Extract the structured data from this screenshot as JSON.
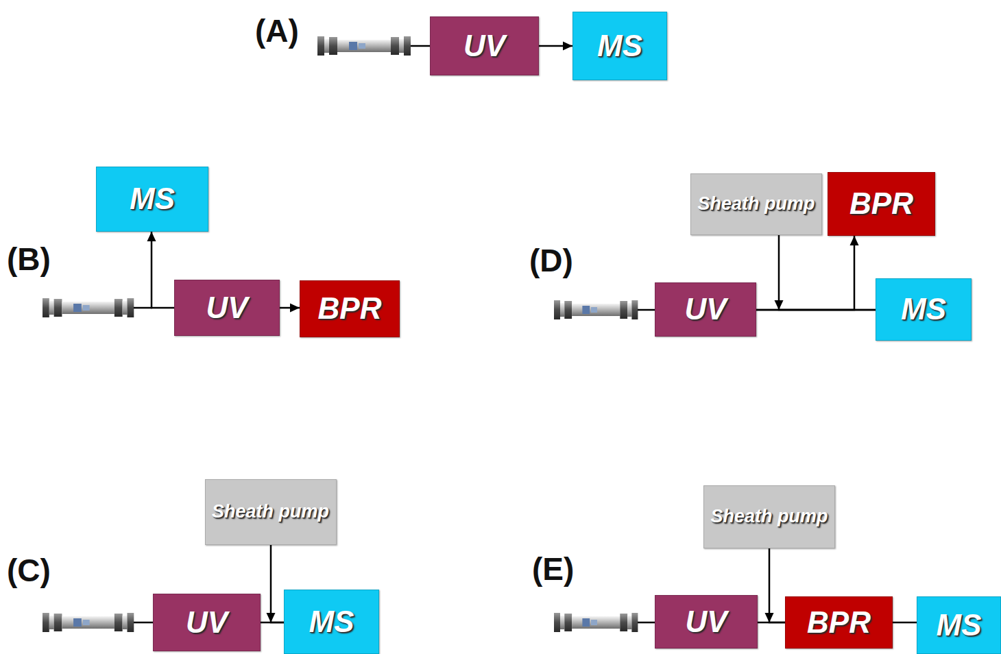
{
  "diagram": {
    "nodes": [
      {
        "text": [
          "UV"
        ]
      },
      {
        "text": [
          "MS"
        ]
      },
      {
        "text": [
          "MS"
        ]
      },
      {
        "text": [
          "UV"
        ]
      },
      {
        "text": [
          "BPR"
        ]
      },
      {
        "text": [
          "Sheath pump"
        ]
      },
      {
        "text": [
          "BPR"
        ]
      },
      {
        "text": [
          "UV"
        ]
      },
      {
        "text": [
          "MS"
        ]
      },
      {
        "text": [
          "Sheath pump"
        ]
      },
      {
        "text": [
          "UV"
        ]
      },
      {
        "text": [
          "MS"
        ]
      },
      {
        "text": [
          "Sheath pump"
        ]
      },
      {
        "text": [
          "UV"
        ]
      },
      {
        "text": [
          "BPR"
        ]
      },
      {
        "text": [
          "MS"
        ]
      }
    ],
    "edges": [
      {
        "from": 0,
        "to": 1,
        "arrow": "to"
      },
      {
        "from": 3,
        "to": 2,
        "arrow": "to"
      },
      {
        "from": 3,
        "to": 4,
        "arrow": "to"
      },
      {
        "from": 7,
        "to": 8,
        "arrow": "none"
      },
      {
        "from": 5,
        "to": 8,
        "arrow": "to"
      },
      {
        "from": 7,
        "to": 6,
        "arrow": "to"
      },
      {
        "from": 10,
        "to": 11,
        "arrow": "none"
      },
      {
        "from": 9,
        "to": 11,
        "arrow": "to"
      },
      {
        "from": 13,
        "to": 14,
        "arrow": "none"
      },
      {
        "from": 12,
        "to": 14,
        "arrow": "to"
      },
      {
        "from": 14,
        "to": 15,
        "arrow": "none"
      }
    ],
    "labels": [
      "(A)",
      "(B)",
      "(D)",
      "(C)",
      "(E)"
    ]
  }
}
